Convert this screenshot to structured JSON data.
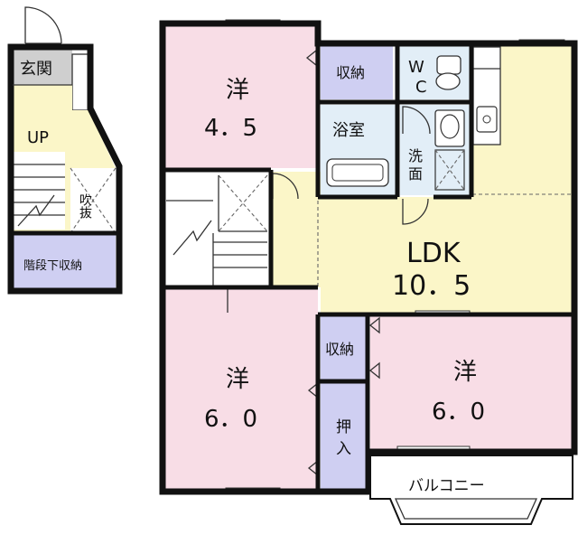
{
  "rooms": {
    "genkan": "玄関",
    "up": "UP",
    "fukinuke": "吹抜",
    "kaidanshita": "階段下収納",
    "yo45_type": "洋",
    "yo45_size": "4．5",
    "shuno_top": "収納",
    "wc_w": "W",
    "wc_c": "C",
    "yokushitsu": "浴室",
    "senmen_1": "洗",
    "senmen_2": "面",
    "ldk_type": "LDK",
    "ldk_size": "10．5",
    "yo60l_type": "洋",
    "yo60l_size": "6．0",
    "shuno_mid": "収納",
    "oshiire_1": "押",
    "oshiire_2": "入",
    "yo60r_type": "洋",
    "yo60r_size": "6．0",
    "balcony": "バルコニー"
  },
  "colors": {
    "pink": "#f8dde6",
    "yellow": "#fbf6c8",
    "lavender": "#cfcff2",
    "lightblue": "#e2eef7",
    "gray": "#cfcfcf",
    "white": "#ffffff",
    "wall": "#111111"
  }
}
